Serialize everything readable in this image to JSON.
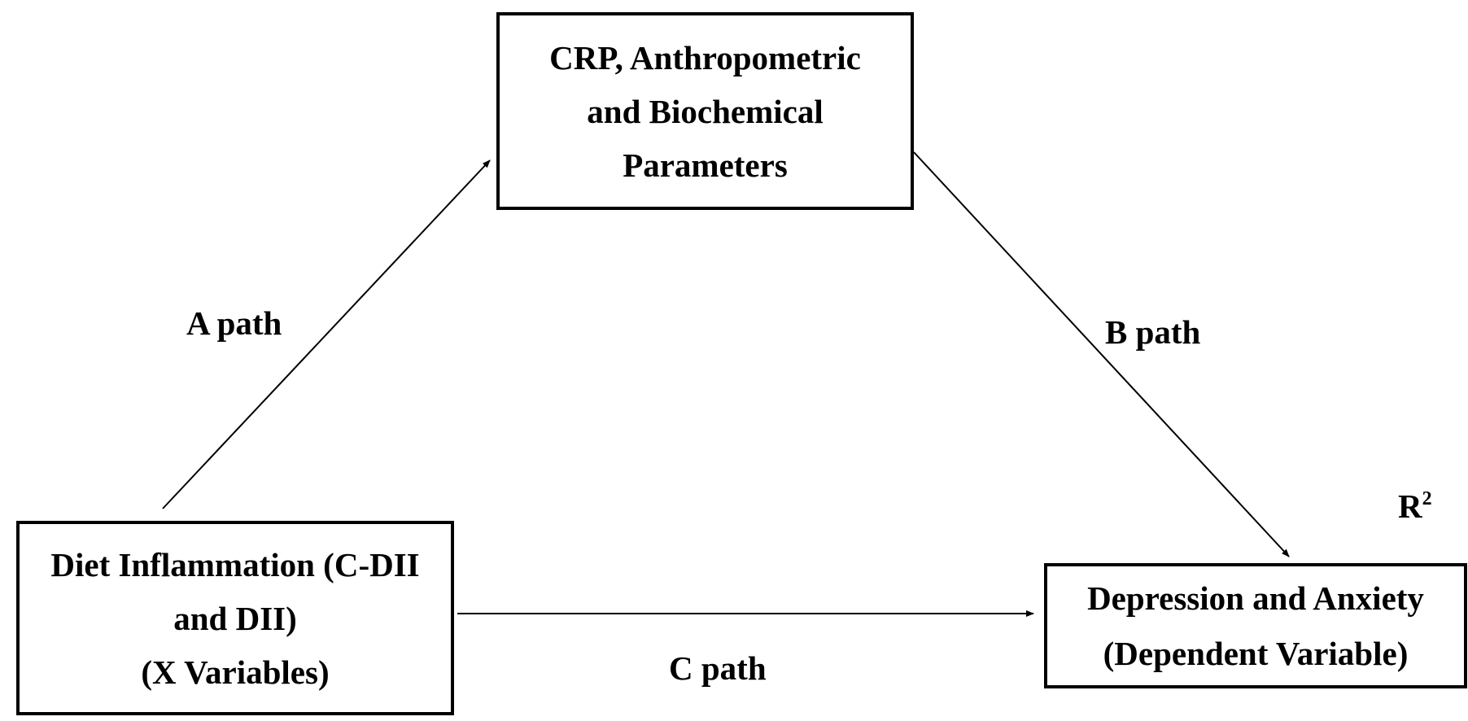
{
  "diagram": {
    "nodes": {
      "mediator": {
        "lines": [
          "CRP, Anthropometric",
          "and Biochemical",
          "Parameters"
        ]
      },
      "predictor": {
        "lines": [
          "Diet Inflammation (C-DII",
          "and DII)",
          "(X Variables)"
        ]
      },
      "outcome": {
        "lines": [
          "Depression and Anxiety",
          "(Dependent Variable)"
        ]
      }
    },
    "paths": {
      "a": {
        "label": "A path",
        "from": "predictor",
        "to": "mediator"
      },
      "b": {
        "label": "B path",
        "from": "mediator",
        "to": "outcome"
      },
      "c": {
        "label": "C path",
        "from": "predictor",
        "to": "outcome"
      }
    },
    "r_squared": {
      "base": "R",
      "superscript": "2"
    },
    "colors": {
      "stroke": "#000000",
      "background": "#ffffff",
      "text": "#000000"
    }
  }
}
